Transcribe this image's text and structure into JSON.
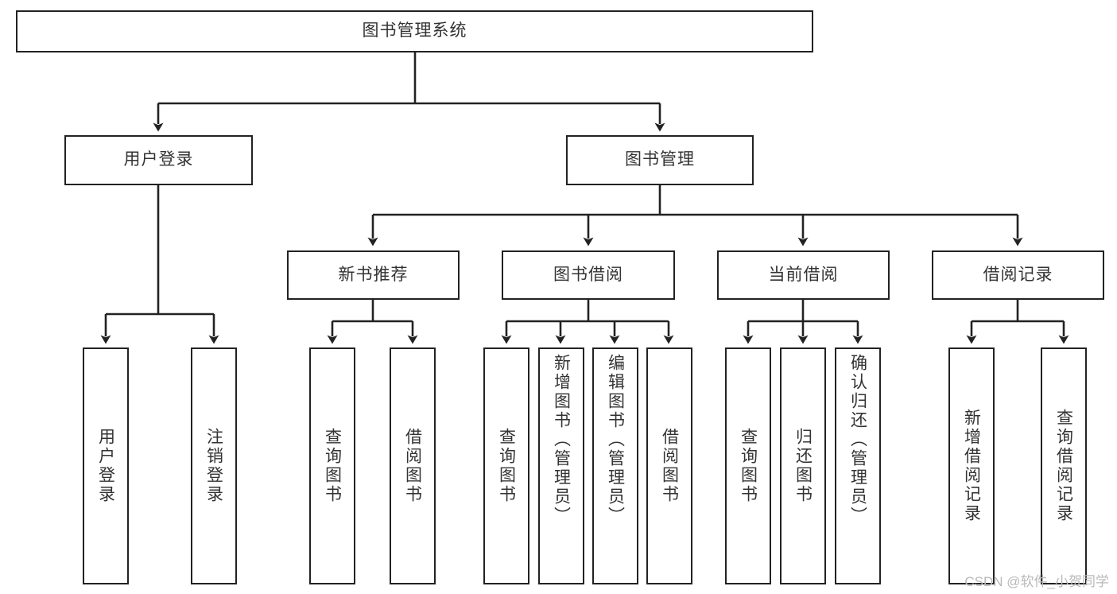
{
  "meta": {
    "title": "图书管理系统",
    "watermark": "CSDN @软件_小贺同学"
  },
  "colors": {
    "stroke": "#222222",
    "box_fill": "#ffffff",
    "text": "#333333",
    "background": "#ffffff",
    "watermark": "#b9b9b9"
  },
  "nodes": {
    "root": {
      "label": "图书管理系统"
    },
    "level2": [
      {
        "id": "user-login",
        "label": "用户登录"
      },
      {
        "id": "book-management",
        "label": "图书管理"
      }
    ],
    "level3": [
      {
        "id": "new-book-recommend",
        "label": "新书推荐"
      },
      {
        "id": "book-borrow",
        "label": "图书借阅"
      },
      {
        "id": "current-borrow",
        "label": "当前借阅"
      },
      {
        "id": "borrow-record",
        "label": "借阅记录"
      }
    ],
    "leaves": {
      "user_login": [
        {
          "id": "leaf-user-login",
          "label": "用户登录"
        },
        {
          "id": "leaf-logout-login",
          "label": "注销登录"
        }
      ],
      "new_book_recommend": [
        {
          "id": "leaf-query-book-1",
          "label": "查询图书"
        },
        {
          "id": "leaf-borrow-book-1",
          "label": "借阅图书"
        }
      ],
      "book_borrow": [
        {
          "id": "leaf-query-book-2",
          "label": "查询图书"
        },
        {
          "id": "leaf-add-book",
          "label": "新增图书（管理员）"
        },
        {
          "id": "leaf-edit-book",
          "label": "编辑图书（管理员）"
        },
        {
          "id": "leaf-borrow-book-2",
          "label": "借阅图书"
        }
      ],
      "current_borrow": [
        {
          "id": "leaf-query-book-3",
          "label": "查询图书"
        },
        {
          "id": "leaf-return-book",
          "label": "归还图书"
        },
        {
          "id": "leaf-confirm-return",
          "label": "确认归还（管理员）"
        }
      ],
      "borrow_record": [
        {
          "id": "leaf-add-record",
          "label": "新增借阅记录"
        },
        {
          "id": "leaf-query-record",
          "label": "查询借阅记录"
        }
      ]
    }
  },
  "chart_data": {
    "type": "diagram",
    "diagram_kind": "tree / functional structure chart",
    "title": "图书管理系统",
    "orientation": "top-down",
    "levels": 4,
    "tree": {
      "label": "图书管理系统",
      "children": [
        {
          "label": "用户登录",
          "children": [
            {
              "label": "用户登录"
            },
            {
              "label": "注销登录"
            }
          ]
        },
        {
          "label": "图书管理",
          "children": [
            {
              "label": "新书推荐",
              "children": [
                {
                  "label": "查询图书"
                },
                {
                  "label": "借阅图书"
                }
              ]
            },
            {
              "label": "图书借阅",
              "children": [
                {
                  "label": "查询图书"
                },
                {
                  "label": "新增图书（管理员）"
                },
                {
                  "label": "编辑图书（管理员）"
                },
                {
                  "label": "借阅图书"
                }
              ]
            },
            {
              "label": "当前借阅",
              "children": [
                {
                  "label": "查询图书"
                },
                {
                  "label": "归还图书"
                },
                {
                  "label": "确认归还（管理员）"
                }
              ]
            },
            {
              "label": "借阅记录",
              "children": [
                {
                  "label": "新增借阅记录"
                },
                {
                  "label": "查询借阅记录"
                }
              ]
            }
          ]
        }
      ]
    }
  }
}
